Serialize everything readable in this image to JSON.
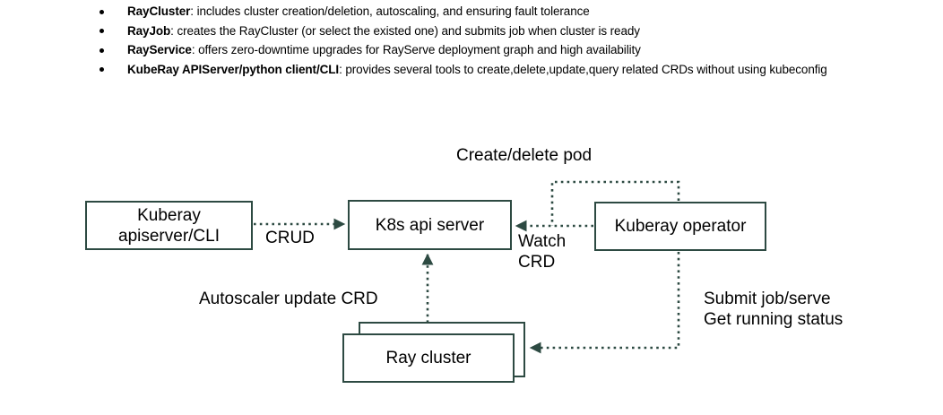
{
  "slide": {
    "bullets": [
      {
        "term": "RayCluster",
        "rest": ": includes cluster creation/deletion, autoscaling, and ensuring fault tolerance"
      },
      {
        "term": "RayJob",
        "rest": ": creates the RayCluster (or select the existed one) and submits job when cluster is ready"
      },
      {
        "term": "RayService",
        "rest": ": offers zero-downtime upgrades for RayServe deployment graph and high availability"
      },
      {
        "term": "KubeRay APIServer/python client/CLI",
        "rest": ": provides several tools to create,delete,update,query related CRDs without using kubeconfig"
      }
    ]
  },
  "diagram": {
    "nodes": {
      "kuberay_apiserver": "Kuberay\napiserver/CLI",
      "k8s_api_server": "K8s api server",
      "kuberay_operator": "Kuberay operator",
      "ray_cluster": "Ray cluster"
    },
    "labels": {
      "crud": "CRUD",
      "create_delete_pod": "Create/delete pod",
      "watch_crd": "Watch\nCRD",
      "autoscaler_update_crd": "Autoscaler update CRD",
      "submit_job": "Submit job/serve\nGet running status"
    },
    "colors": {
      "node_border": "#2d4a42",
      "edge": "#2d4a42",
      "text": "#000000",
      "background": "#ffffff"
    }
  }
}
